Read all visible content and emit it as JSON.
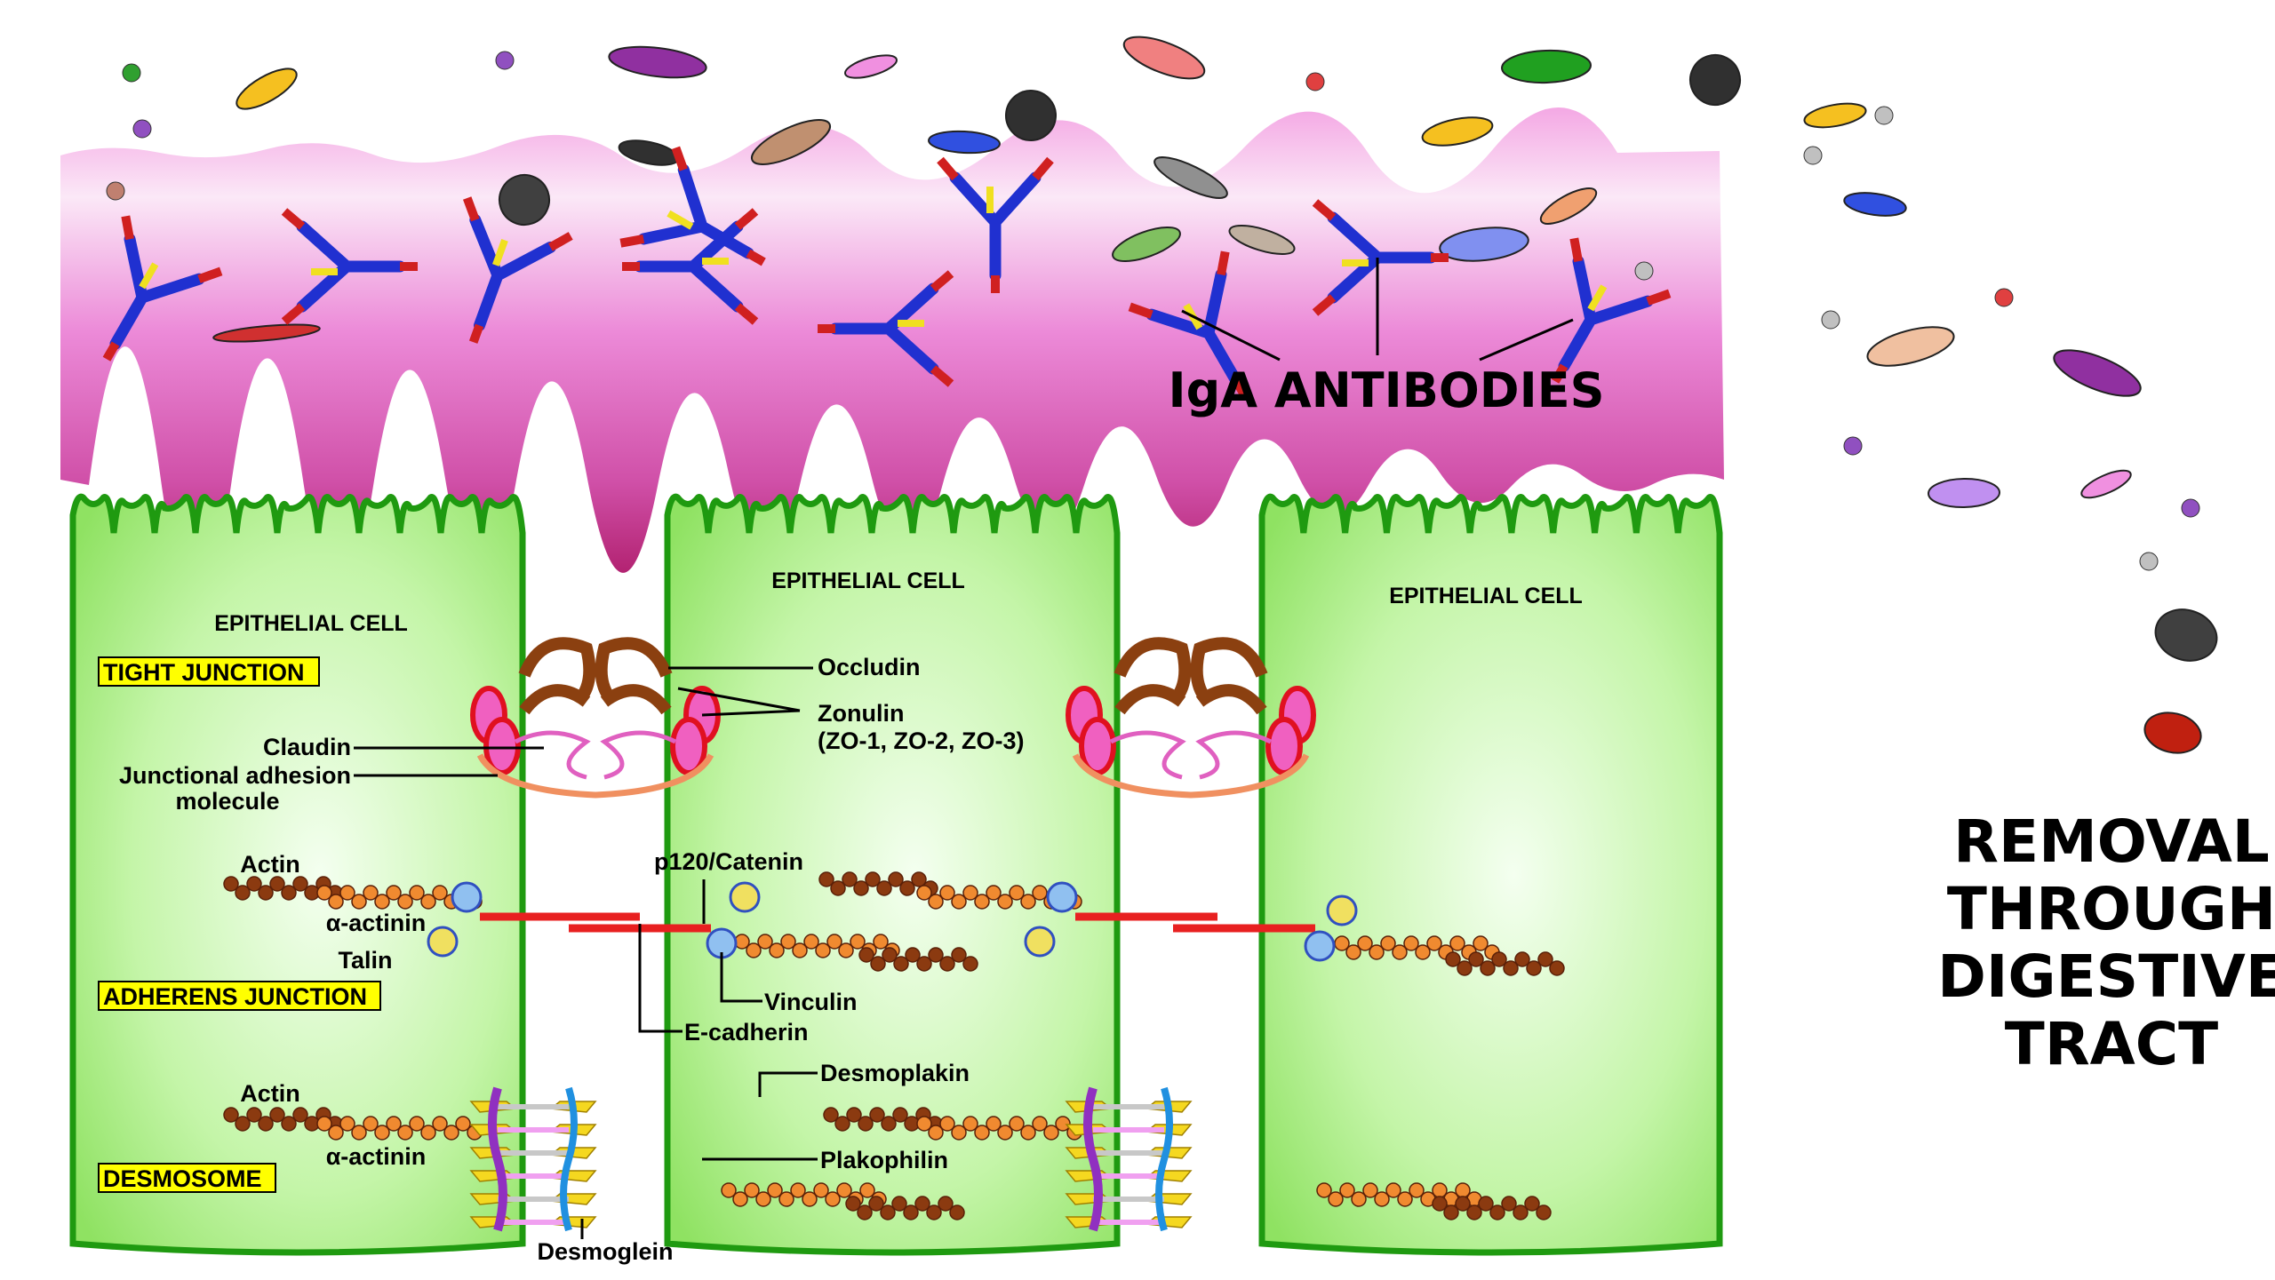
{
  "mucus_label": "IgA ANTIBODIES",
  "removal": [
    "REMOVAL",
    "THROUGH",
    "DIGESTIVE",
    "TRACT"
  ],
  "cells": [
    "EPITHELIAL CELL",
    "EPITHELIAL CELL",
    "EPITHELIAL CELL"
  ],
  "sections": {
    "tight_junction": "TIGHT JUNCTION",
    "adherens_junction": "ADHERENS JUNCTION",
    "desmosome": "DESMOSOME"
  },
  "labels": {
    "occludin": "Occludin",
    "zonulin": "Zonulin",
    "zonulin_sub": "(ZO-1, ZO-2, ZO-3)",
    "claudin": "Claudin",
    "jam_line1": "Junctional adhesion",
    "jam_line2": "molecule",
    "actin_1": "Actin",
    "alpha_actinin_1": "α-actinin",
    "talin": "Talin",
    "p120": "p120/Catenin",
    "vinculin": "Vinculin",
    "e_cadherin": "E-cadherin",
    "actin_2": "Actin",
    "alpha_actinin_2": "α-actinin",
    "desmoplakin": "Desmoplakin",
    "plakophilin": "Plakophilin",
    "desmoglein": "Desmoglein"
  },
  "colors": {
    "mucus_top": "#f7c6ec",
    "mucus_bottom": "#a8125e",
    "cell_fill": "#aef08a",
    "cell_border": "#1f9a10",
    "label_box": "#ffff00",
    "actin": "#8b3a10",
    "alpha_actinin": "#f08a30",
    "cadherin": "#e82020"
  }
}
